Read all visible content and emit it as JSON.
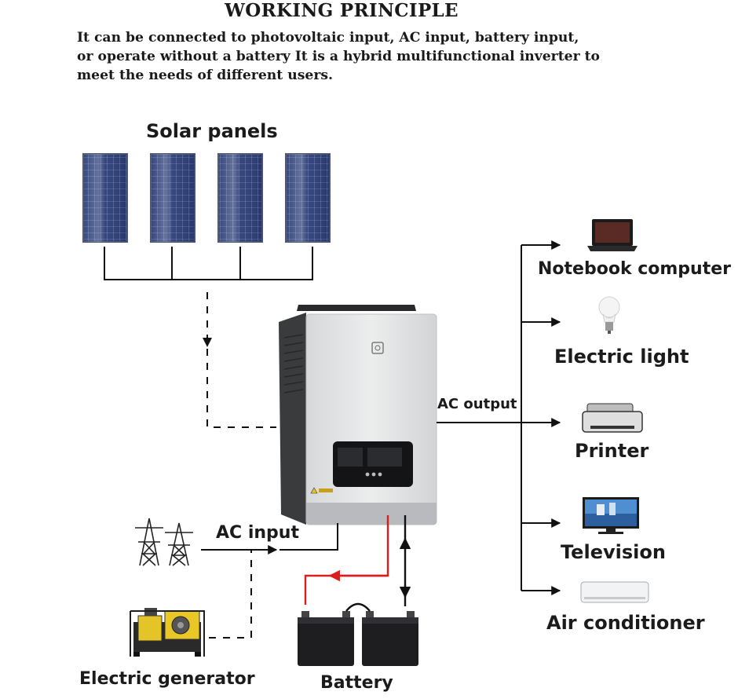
{
  "heading": "WORKING PRINCIPLE",
  "description": {
    "line1": "It can be connected to photovoltaic input, AC input, battery input,",
    "line2": "or operate without a battery It is a hybrid multifunctional inverter to",
    "line3": "meet the needs of different users."
  },
  "labels": {
    "solar_panels": "Solar panels",
    "ac_output": "AC output",
    "ac_input": "AC input",
    "electric_generator": "Electric generator",
    "battery": "Battery"
  },
  "loads": [
    {
      "label": "Notebook computer",
      "icon": "laptop-icon"
    },
    {
      "label": "Electric light",
      "icon": "light-bulb-icon"
    },
    {
      "label": "Printer",
      "icon": "printer-icon"
    },
    {
      "label": "Television",
      "icon": "television-icon"
    },
    {
      "label": "Air conditioner",
      "icon": "air-conditioner-icon"
    }
  ],
  "colors": {
    "wire": "#111111",
    "battery_positive_wire": "#d81e1e",
    "inverter_body": "#e4e5e7",
    "inverter_side": "#3a3b3d",
    "panel_cell": "#2c3f7a"
  }
}
